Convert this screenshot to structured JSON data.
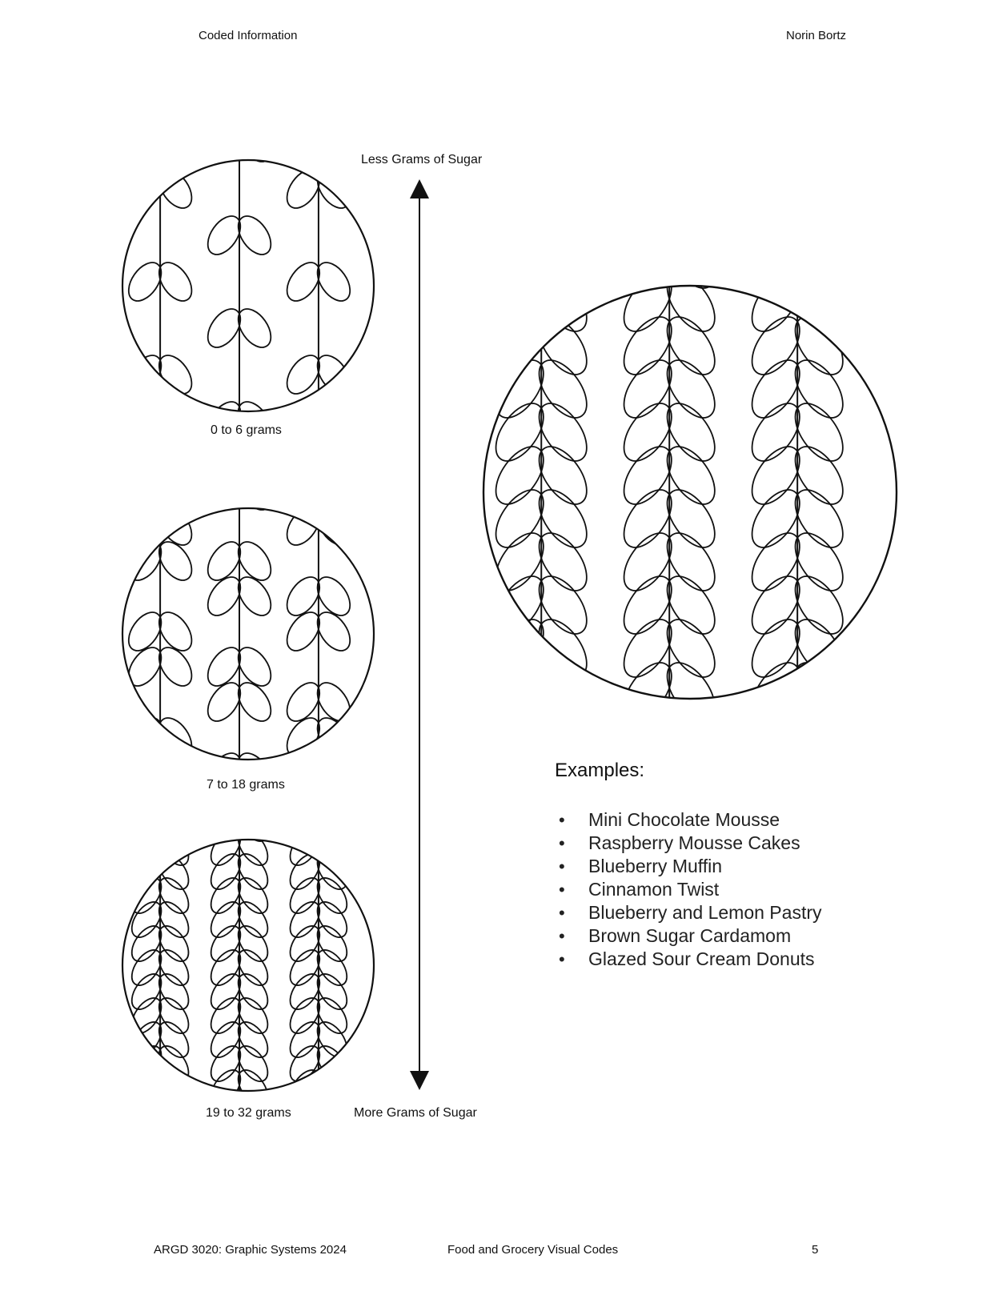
{
  "header": {
    "left": "Coded Information",
    "right": "Norin Bortz"
  },
  "axis": {
    "top_label": "Less Grams of Sugar",
    "bottom_label": "More Grams of Sugar"
  },
  "levels": [
    {
      "label": "0 to 6 grams"
    },
    {
      "label": "7 to 18 grams"
    },
    {
      "label": "19 to 32 grams"
    }
  ],
  "examples": {
    "title": "Examples:",
    "items": [
      "Mini Chocolate Mousse",
      "Raspberry Mousse Cakes",
      "Blueberry Muffin",
      "Cinnamon Twist",
      "Blueberry and Lemon Pastry",
      "Brown Sugar Cardamom",
      "Glazed Sour Cream Donuts"
    ]
  },
  "footer": {
    "left": "ARGD 3020: Graphic Systems 2024",
    "center": "Food and Grocery Visual Codes",
    "page_number": "5"
  }
}
